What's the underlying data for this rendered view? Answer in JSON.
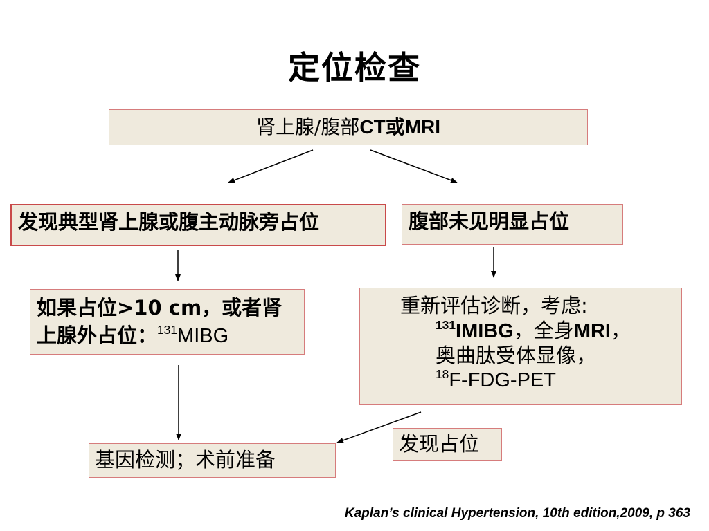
{
  "title": "定位检查",
  "nodes": {
    "top": {
      "pre": "肾上腺/腹部",
      "b1": "CT",
      "mid": "或",
      "b2": "MRI"
    },
    "left1": "发现典型肾上腺或腹主动脉旁占位",
    "right1": "腹部未见明显占位",
    "left2": {
      "line1": "如果占位>10 cm，或者肾",
      "line2_pre": "上腺外占位：",
      "sup": "131",
      "line2_post": "MIBG"
    },
    "right2": {
      "line1": "重新评估诊断，考虑:",
      "line2_sup": "131",
      "line2_b1": "IMIBG",
      "line2_mid": "，全身",
      "line2_b2": "MRI",
      "line2_end": "，",
      "line3": "奥曲肽受体显像，",
      "line4_sup": "18",
      "line4_post": "F-FDG-PET"
    },
    "found": "发现占位",
    "gene": "基因检测；术前准备"
  },
  "citation": "Kaplan’s clinical Hypertension, 10th edition,2009, p 363",
  "colors": {
    "box_fill": "#efeadd",
    "box_border": "#d67c7c",
    "box_border_strong": "#c94a4a",
    "arrow": "#000000"
  }
}
